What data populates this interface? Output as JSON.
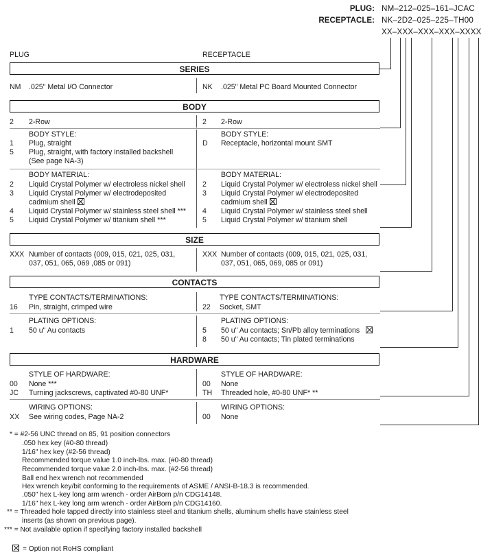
{
  "code": {
    "plug_label": "PLUG:",
    "plug_code": "NM–212–025–161–JCAC",
    "rec_label": "RECEPTACLE:",
    "rec_code": "NK–2D2–025–225–TH00",
    "generic": "XX–XXX–XXX–XXX–XXXX"
  },
  "cols": {
    "plug": "PLUG",
    "rec": "RECEPTACLE"
  },
  "series": {
    "title": "SERIES",
    "pc": "NM",
    "pt": ".025\" Metal I/O Connector",
    "rc": "NK",
    "rt": ".025\" Metal PC Board Mounted Connector"
  },
  "body": {
    "title": "BODY",
    "row": {
      "pc": "2",
      "pt": "2-Row",
      "rc": "2",
      "rt": "2-Row"
    },
    "style": {
      "label": "BODY STYLE:",
      "p1c": "1",
      "p1": "Plug, straight",
      "p2c": "5",
      "p2": "Plug, straight, with factory installed backshell",
      "p3": "(See page NA-3)",
      "rc": "D",
      "rt": "Receptacle, horizontal mount SMT"
    },
    "material": {
      "label": "BODY MATERIAL:",
      "p": [
        {
          "c": "2",
          "t": "Liquid Crystal Polymer w/ electroless nickel shell"
        },
        {
          "c": "3",
          "t": "Liquid Crystal Polymer w/ electrodeposited"
        },
        {
          "c": "",
          "t": "cadmium shell"
        },
        {
          "c": "4",
          "t": "Liquid Crystal Polymer w/ stainless steel shell ***"
        },
        {
          "c": "5",
          "t": "Liquid Crystal Polymer w/ titanium shell ***"
        }
      ],
      "r": [
        {
          "c": "2",
          "t": "Liquid Crystal Polymer w/ electroless nickel shell"
        },
        {
          "c": "3",
          "t": "Liquid Crystal Polymer w/ electrodeposited"
        },
        {
          "c": "",
          "t": "cadmium shell"
        },
        {
          "c": "4",
          "t": "Liquid Crystal Polymer w/ stainless steel shell"
        },
        {
          "c": "5",
          "t": "Liquid Crystal Polymer w/ titanium shell"
        }
      ]
    }
  },
  "size": {
    "title": "SIZE",
    "pc": "XXX",
    "p1": "Number of contacts (009, 015, 021, 025, 031,",
    "p2": "037, 051, 065, 069 ,085 or 091)",
    "rc": "XXX",
    "r1": "Number of contacts (009, 015, 021, 025, 031,",
    "r2": "037, 051, 065, 069, 085 or 091)"
  },
  "contacts": {
    "title": "CONTACTS",
    "type_label": "TYPE CONTACTS/TERMINATIONS:",
    "pc": "16",
    "pt": "Pin, straight, crimped wire",
    "rc": "22",
    "rt": "Socket, SMT",
    "plating_label": "PLATING OPTIONS:",
    "ppc": "1",
    "ppt": "50 u\" Au contacts",
    "rp1c": "5",
    "rp1": "50 u\" Au contacts; Sn/Pb alloy terminations",
    "rp2c": "8",
    "rp2": "50 u\" Au contacts; Tin plated terminations"
  },
  "hardware": {
    "title": "HARDWARE",
    "style_label": "STYLE OF HARDWARE:",
    "p1c": "00",
    "p1": "None ***",
    "p2c": "JC",
    "p2": "Turning jackscrews, captivated #0-80 UNF*",
    "r1c": "00",
    "r1": "None",
    "r2c": "TH",
    "r2": "Threaded hole, #0-80 UNF* **",
    "wiring_label": "WIRING OPTIONS:",
    "pwc": "XX",
    "pw": "See wiring codes, Page NA-2",
    "rwc": "00",
    "rw": "None"
  },
  "notes": {
    "n1": "* = #2-56 UNC thread on 85, 91 position connectors",
    "n2": ".050 hex key (#0-80 thread)",
    "n3": "1/16\" hex key (#2-56 thread)",
    "n4": "Recommended torque value 1.0 inch-lbs. max. (#0-80 thread)",
    "n5": "Recommended torque value 2.0 inch-lbs. max. (#2-56 thread)",
    "n6": "Ball end hex wrench not recommended",
    "n7": "Hex wrench key/bit conforming to the requirements of ASME / ANSI-B-18.3 is recommended.",
    "n8": ".050\" hex L-key long arm wrench - order AirBorn p/n CDG14148.",
    "n9": "1/16\" hex L-key long arm wrench - order AirBorn p/n CDG14160.",
    "n10": "** = Threaded hole tapped directly into stainless steel and titanium shells, aluminum shells have stainless steel",
    "n11": "inserts (as shown on previous page).",
    "n12": "*** = Not available option if specifying factory installed backshell",
    "n13": "= Option not RoHS compliant"
  }
}
